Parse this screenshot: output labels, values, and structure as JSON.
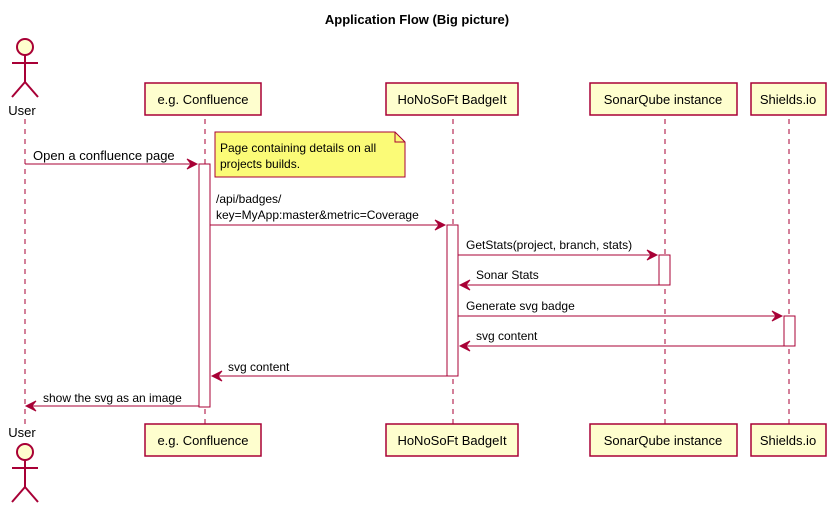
{
  "title": "Application Flow (Big picture)",
  "colors": {
    "line": "#A80036",
    "box_fill": "#FEFECE",
    "note_fill": "#FBFB77"
  },
  "actor": {
    "label": "User"
  },
  "participants": [
    {
      "id": "confluence",
      "label": "e.g. Confluence"
    },
    {
      "id": "badgeit",
      "label": "HoNoSoFt BadgeIt"
    },
    {
      "id": "sonar",
      "label": "SonarQube instance"
    },
    {
      "id": "shields",
      "label": "Shields.io"
    }
  ],
  "note": {
    "lines": [
      "Page containing details on all",
      "projects builds."
    ]
  },
  "messages": [
    {
      "from": "user",
      "to": "confluence",
      "lines": [
        "Open a confluence page"
      ]
    },
    {
      "from": "confluence",
      "to": "badgeit",
      "lines": [
        "/api/badges/",
        "key=MyApp:master&metric=Coverage"
      ]
    },
    {
      "from": "badgeit",
      "to": "sonar",
      "lines": [
        "GetStats(project, branch, stats)"
      ]
    },
    {
      "from": "sonar",
      "to": "badgeit",
      "lines": [
        "Sonar Stats"
      ]
    },
    {
      "from": "badgeit",
      "to": "shields",
      "lines": [
        "Generate svg badge"
      ]
    },
    {
      "from": "shields",
      "to": "badgeit",
      "lines": [
        "svg content"
      ]
    },
    {
      "from": "badgeit",
      "to": "confluence",
      "lines": [
        "svg content"
      ]
    },
    {
      "from": "confluence",
      "to": "user",
      "lines": [
        "show the svg as an image"
      ]
    }
  ]
}
